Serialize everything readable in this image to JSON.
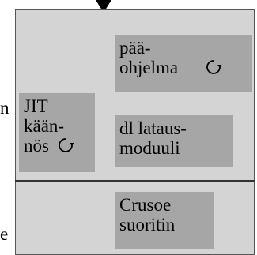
{
  "diagram": {
    "edge_labels": [
      "n",
      "e"
    ],
    "boxes": {
      "main_program": {
        "lines": [
          "pää-",
          "ohjelma"
        ],
        "icon": "cycle-arrow-icon"
      },
      "jit": {
        "lines": [
          "JIT",
          "kään-",
          "nös"
        ],
        "icon": "cycle-arrow-icon"
      },
      "dl_module": {
        "lines": [
          "dl lataus-",
          "moduuli"
        ]
      },
      "crusoe": {
        "lines": [
          "Crusoe",
          "suoritin"
        ]
      }
    },
    "colors": {
      "background": "#d4d4d4",
      "box": "#a6a6a6",
      "line": "#333333"
    }
  }
}
